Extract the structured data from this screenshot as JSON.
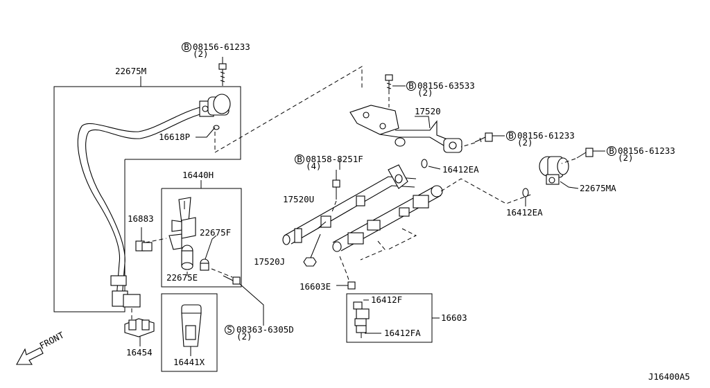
{
  "labels": {
    "p22675M": "22675M",
    "b1_num": "08156-61233",
    "b1_qty": "(2)",
    "p16618P": "16618P",
    "b2_num": "08156-63533",
    "b2_qty": "(2)",
    "p17520": "17520",
    "b3_num": "08156-61233",
    "b3_qty": "(2)",
    "b4_num": "08156-61233",
    "b4_qty": "(2)",
    "p16412EA_a": "16412EA",
    "b5_num": "08158-8251F",
    "b5_qty": "(4)",
    "p22675MA": "22675MA",
    "p16440H": "16440H",
    "p16883": "16883",
    "p22675F": "22675F",
    "p22675E": "22675E",
    "p17520U": "17520U",
    "p16412EA_b": "16412EA",
    "p17520J": "17520J",
    "p16603E": "16603E",
    "p16412F": "16412F",
    "p16603": "16603",
    "p16412FA": "16412FA",
    "s1_num": "08363-6305D",
    "s1_qty": "(2)",
    "p16454": "16454",
    "p16441X": "16441X",
    "front": "FRONT",
    "diagram_id": "J16400A5"
  },
  "symbols": {
    "bolt": "B",
    "screw": "S"
  }
}
